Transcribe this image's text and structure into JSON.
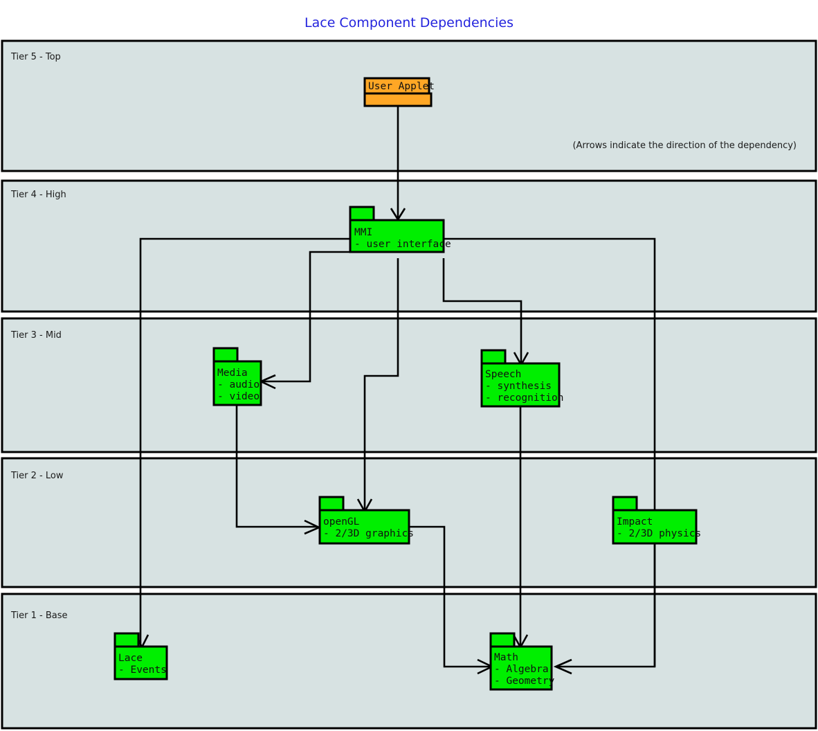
{
  "title": "Lace Component Dependencies",
  "note": "(Arrows indicate the direction of the dependency)",
  "colors": {
    "title": "#2323dd",
    "tier_fill": "#d7e2e2",
    "tier_stroke": "#000000",
    "package_green": "#00ef00",
    "package_orange": "#ffa725",
    "line": "#000000"
  },
  "tiers": [
    {
      "id": "tier5",
      "label": "Tier 5 - Top"
    },
    {
      "id": "tier4",
      "label": "Tier 4 - High"
    },
    {
      "id": "tier3",
      "label": "Tier 3 - Mid"
    },
    {
      "id": "tier2",
      "label": "Tier 2 - Low"
    },
    {
      "id": "tier1",
      "label": "Tier 1 - Base"
    }
  ],
  "packages": [
    {
      "id": "user-applet",
      "tier": "tier5",
      "color": "#ffa725",
      "lines": [
        "User Applet"
      ],
      "label_position": "tab"
    },
    {
      "id": "mmi",
      "tier": "tier4",
      "color": "#00ef00",
      "lines": [
        "MMI",
        "- user interface"
      ],
      "label_position": "body"
    },
    {
      "id": "media",
      "tier": "tier3",
      "color": "#00ef00",
      "lines": [
        "Media",
        "- audio",
        "- video"
      ],
      "label_position": "body"
    },
    {
      "id": "speech",
      "tier": "tier3",
      "color": "#00ef00",
      "lines": [
        "Speech",
        "- synthesis",
        "- recognition"
      ],
      "label_position": "body"
    },
    {
      "id": "opengl",
      "tier": "tier2",
      "color": "#00ef00",
      "lines": [
        "openGL",
        "- 2/3D graphics"
      ],
      "label_position": "body"
    },
    {
      "id": "impact",
      "tier": "tier2",
      "color": "#00ef00",
      "lines": [
        "Impact",
        "- 2/3D physics"
      ],
      "label_position": "body"
    },
    {
      "id": "lace",
      "tier": "tier1",
      "color": "#00ef00",
      "lines": [
        "Lace",
        "- Events"
      ],
      "label_position": "body"
    },
    {
      "id": "math",
      "tier": "tier1",
      "color": "#00ef00",
      "lines": [
        "Math",
        "- Algebra",
        "- Geometry"
      ],
      "label_position": "body"
    }
  ],
  "dependencies": [
    {
      "from": "user-applet",
      "to": "mmi"
    },
    {
      "from": "mmi",
      "to": "lace"
    },
    {
      "from": "mmi",
      "to": "media"
    },
    {
      "from": "mmi",
      "to": "opengl"
    },
    {
      "from": "mmi",
      "to": "speech"
    },
    {
      "from": "mmi",
      "to": "math"
    },
    {
      "from": "media",
      "to": "opengl"
    },
    {
      "from": "speech",
      "to": "math"
    },
    {
      "from": "opengl",
      "to": "math"
    },
    {
      "from": "impact",
      "to": "math"
    }
  ]
}
